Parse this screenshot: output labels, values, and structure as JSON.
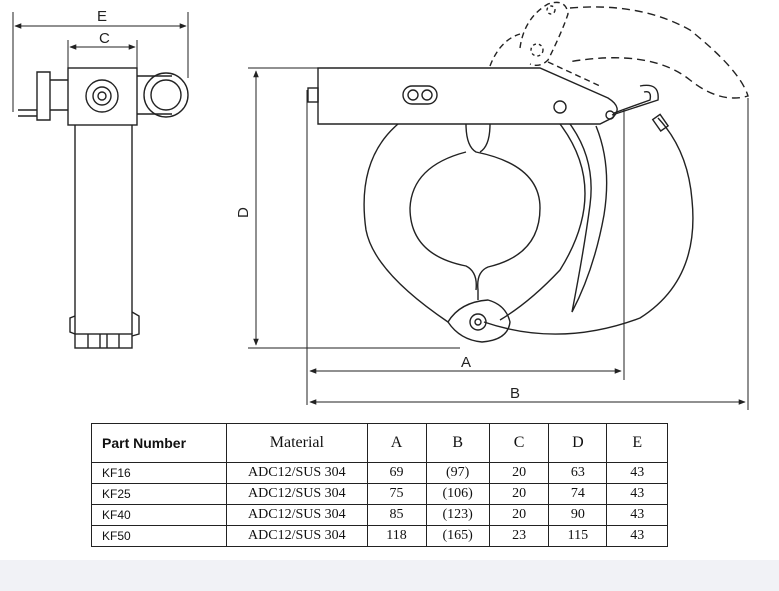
{
  "dimensions": {
    "e": "E",
    "c": "C",
    "d": "D",
    "a": "A",
    "b": "B"
  },
  "table": {
    "headers": [
      "Part Number",
      "Material",
      "A",
      "B",
      "C",
      "D",
      "E"
    ],
    "rows": [
      [
        "KF16",
        "ADC12/SUS 304",
        "69",
        "(97)",
        "20",
        "63",
        "43"
      ],
      [
        "KF25",
        "ADC12/SUS 304",
        "75",
        "(106)",
        "20",
        "74",
        "43"
      ],
      [
        "KF40",
        "ADC12/SUS 304",
        "85",
        "(123)",
        "20",
        "90",
        "43"
      ],
      [
        "KF50",
        "ADC12/SUS 304",
        "118",
        "(165)",
        "23",
        "115",
        "43"
      ]
    ]
  },
  "colors": {
    "line": "#222222",
    "background": "#ffffff",
    "footer_band": "#f1f2f6"
  }
}
